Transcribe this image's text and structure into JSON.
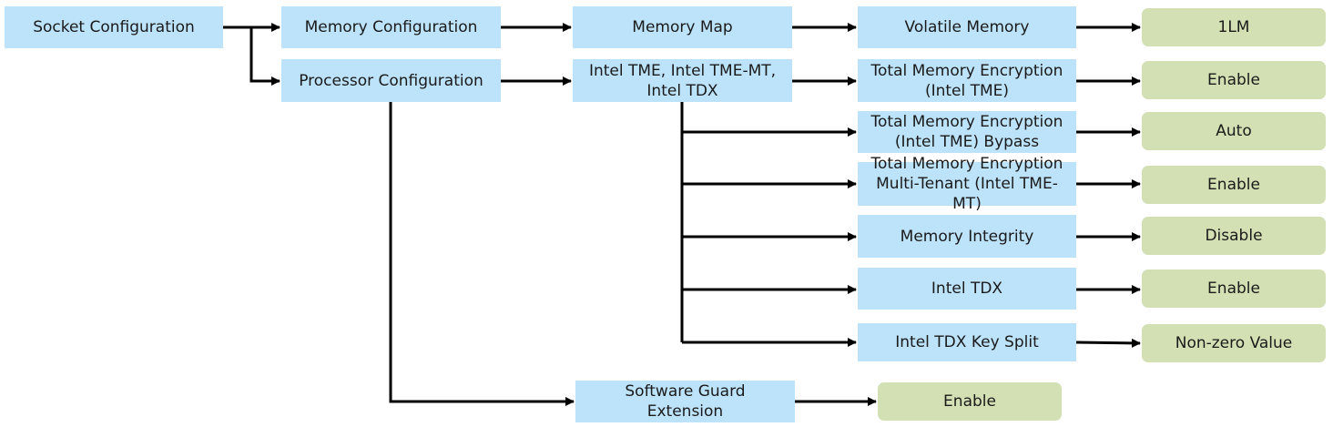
{
  "colors": {
    "menu_box": "#bde3fb",
    "value_box": "#d3e0b3",
    "connector": "#000000",
    "text": "#1a1a1a"
  },
  "nodes": {
    "socket_config": "Socket Configuration",
    "memory_config": "Memory Configuration",
    "processor_config": "Processor Configuration",
    "memory_map": "Memory Map",
    "intel_tme_group": "Intel TME, Intel TME-MT,\nIntel TDX",
    "software_guard": "Software Guard\nExtension",
    "volatile_memory": "Volatile Memory",
    "tme": "Total Memory Encryption\n(Intel TME)",
    "tme_bypass": "Total Memory Encryption\n(Intel TME) Bypass",
    "tme_mt": "Total Memory Encryption\nMulti-Tenant (Intel TME-\nMT)",
    "memory_integrity": "Memory Integrity",
    "intel_tdx": "Intel TDX",
    "tdx_key_split": "Intel TDX Key Split"
  },
  "values": {
    "volatile_memory": "1LM",
    "tme": "Enable",
    "tme_bypass": "Auto",
    "tme_mt": "Enable",
    "memory_integrity": "Disable",
    "intel_tdx": "Enable",
    "tdx_key_split": "Non-zero Value",
    "software_guard": "Enable"
  }
}
